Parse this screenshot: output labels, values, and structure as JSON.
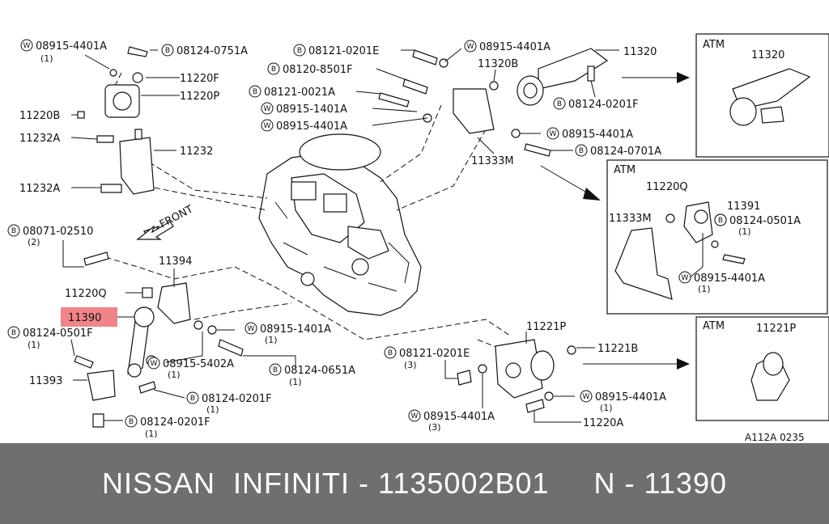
{
  "footer": {
    "text": "NISSAN  INFINITI - 1135002B01     N - 11390"
  },
  "diagram": {
    "highlight_color": "#f0848a",
    "highlighted_part": "11390",
    "callouts": {
      "w_08915_4401A_top": {
        "prefix": "W",
        "code": "08915-4401A",
        "qty": "(1)"
      },
      "b_08124_0751A": {
        "prefix": "B",
        "code": "08124-0751A"
      },
      "p_11220F": {
        "code": "11220F"
      },
      "p_11220P": {
        "code": "11220P"
      },
      "p_11220B": {
        "code": "11220B"
      },
      "p_11232A_1": {
        "code": "11232A"
      },
      "p_11232": {
        "code": "11232"
      },
      "p_11232A_2": {
        "code": "11232A"
      },
      "b_08121_0201E_top": {
        "prefix": "B",
        "code": "08121-0201E"
      },
      "b_08120_8501F": {
        "prefix": "B",
        "code": "08120-8501F"
      },
      "b_08121_0021A": {
        "prefix": "B",
        "code": "08121-0021A"
      },
      "w_08915_1401A_top": {
        "prefix": "W",
        "code": "08915-1401A"
      },
      "w_08915_4401A_mid": {
        "prefix": "W",
        "code": "08915-4401A"
      },
      "w_08915_4401A_top2": {
        "prefix": "W",
        "code": "08915-4401A"
      },
      "p_11320B": {
        "code": "11320B"
      },
      "p_11320": {
        "code": "11320"
      },
      "b_08124_0201F_top": {
        "prefix": "B",
        "code": "08124-0201F"
      },
      "w_08915_4401A_r": {
        "prefix": "W",
        "code": "08915-4401A"
      },
      "b_08124_0701A": {
        "prefix": "B",
        "code": "08124-0701A"
      },
      "p_11333M": {
        "code": "11333M"
      },
      "b_08071_02510": {
        "prefix": "B",
        "code": "08071-02510",
        "qty": "(2)"
      },
      "front": {
        "code": "FRONT"
      },
      "p_11394": {
        "code": "11394"
      },
      "p_11220Q": {
        "code": "11220Q"
      },
      "p_11390": {
        "code": "11390"
      },
      "b_08124_0501F": {
        "prefix": "B",
        "code": "08124-0501F",
        "qty": "(1)"
      },
      "w_08915_1401A_low": {
        "prefix": "W",
        "code": "08915-1401A",
        "qty": "(1)"
      },
      "w_08915_5402A": {
        "prefix": "W",
        "code": "08915-5402A",
        "qty": "(1)"
      },
      "b_08124_0651A": {
        "prefix": "B",
        "code": "08124-0651A",
        "qty": "(1)"
      },
      "p_11393": {
        "code": "11393"
      },
      "b_08124_0201F_a": {
        "prefix": "B",
        "code": "08124-0201F",
        "qty": "(1)"
      },
      "b_08124_0201F_b": {
        "prefix": "B",
        "code": "08124-0201F",
        "qty": "(1)"
      },
      "b_08121_0201E_low": {
        "prefix": "B",
        "code": "08121-0201E",
        "qty": "(3)"
      },
      "w_08915_4401A_low": {
        "prefix": "W",
        "code": "08915-4401A",
        "qty": "(3)"
      },
      "p_11221P": {
        "code": "11221P"
      },
      "p_11221B": {
        "code": "11221B"
      },
      "w_08915_4401A_rlow": {
        "prefix": "W",
        "code": "08915-4401A",
        "qty": "(1)"
      },
      "p_11220A": {
        "code": "11220A"
      }
    },
    "atm_boxes": [
      {
        "title": "ATM",
        "part": "11320"
      },
      {
        "title": "ATM",
        "part": "11221P"
      }
    ],
    "atm_mid": {
      "title": "ATM",
      "p_11220Q": "11220Q",
      "p_11391": "11391",
      "p_11333M": "11333M",
      "b_prefix": "B",
      "b_code": "08124-0501A",
      "b_qty": "(1)",
      "w_prefix": "W",
      "w_code": "08915-4401A",
      "w_qty": "(1)"
    },
    "ref_code": "A112A 0235"
  }
}
